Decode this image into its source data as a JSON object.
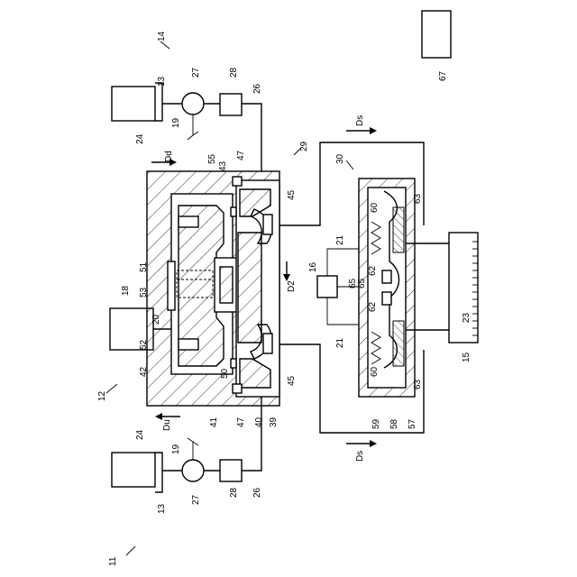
{
  "labels": {
    "l11": "11",
    "l12": "12",
    "l13a": "13",
    "l13b": "13",
    "l14": "14",
    "l15": "15",
    "l16": "16",
    "l18": "18",
    "l19a": "19",
    "l19b": "19",
    "l20": "20",
    "l21a": "21",
    "l21b": "21",
    "l23": "23",
    "l24a": "24",
    "l24b": "24",
    "l26a": "26",
    "l26b": "26",
    "l27a": "27",
    "l27b": "27",
    "l28a": "28",
    "l28b": "28",
    "l29": "29",
    "l30": "30",
    "l39": "39",
    "l40": "40",
    "l41": "41",
    "l42": "42",
    "l43": "43",
    "l45a": "45",
    "l45b": "45",
    "l47a": "47",
    "l47b": "47",
    "l50": "50",
    "l51": "51",
    "l52": "52",
    "l53": "53",
    "l55": "55",
    "l57": "57",
    "l58": "58",
    "l59": "59",
    "l60a": "60",
    "l60b": "60",
    "l62a": "62",
    "l62b": "62",
    "l63a": "63",
    "l63b": "63",
    "l65a": "65",
    "l65b": "65",
    "l67": "67",
    "dd": "Dd",
    "du": "Du",
    "d2": "D2",
    "ds_top": "Ds",
    "ds_bottom": "Ds"
  }
}
